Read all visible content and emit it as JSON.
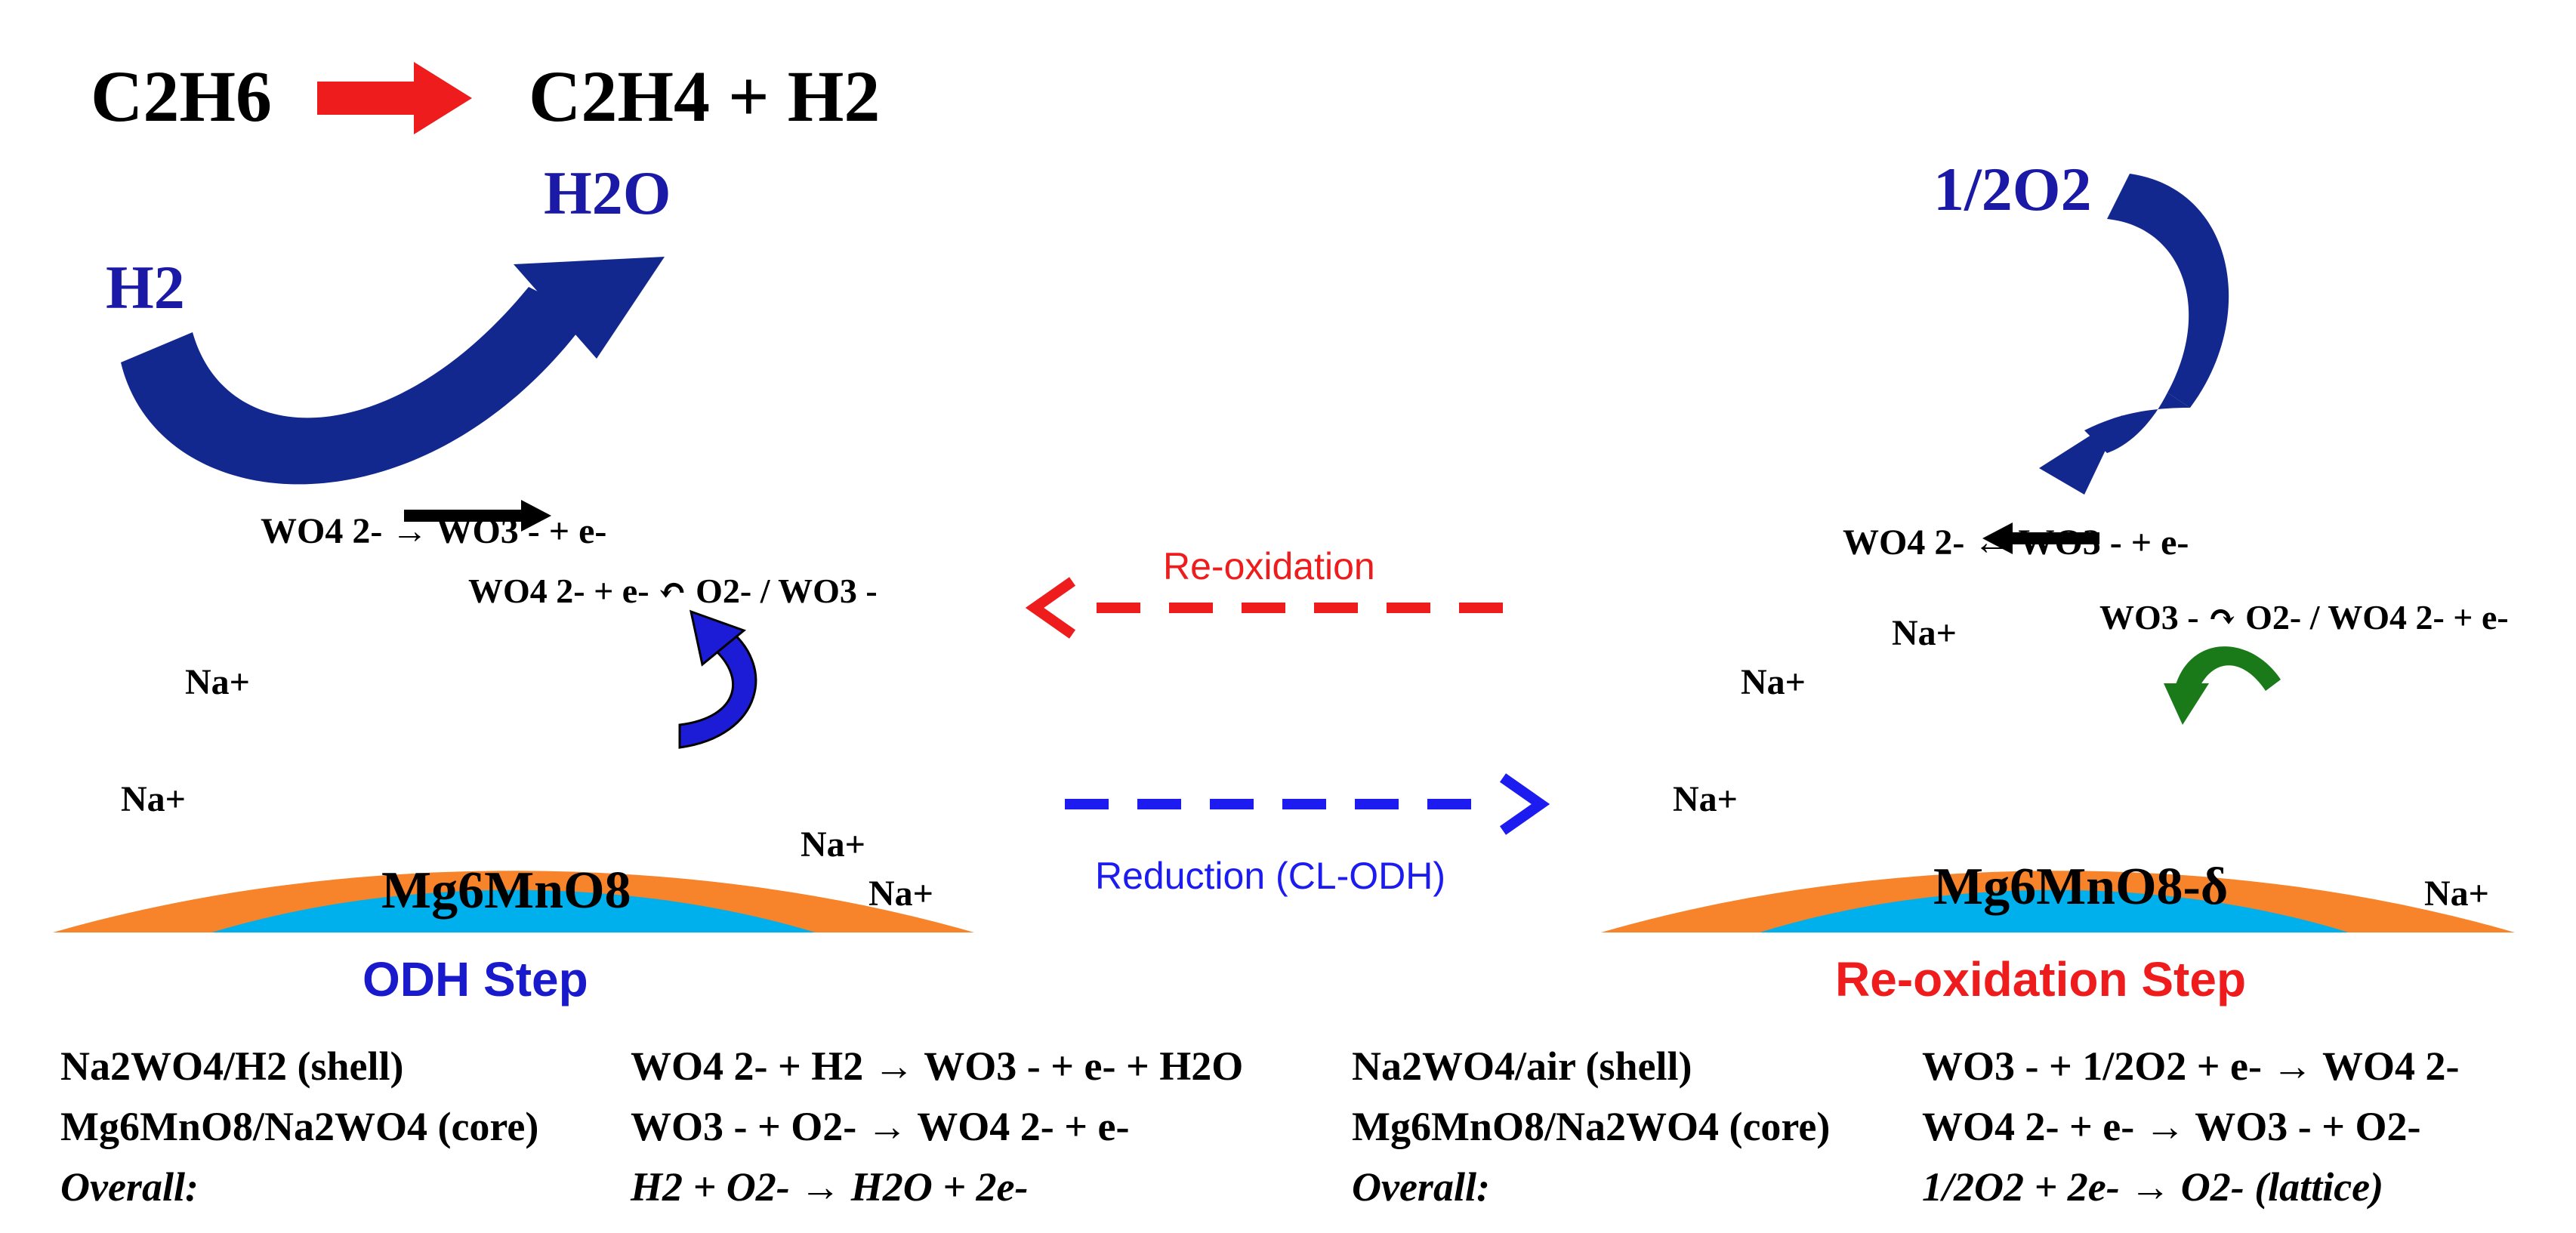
{
  "top_reaction": {
    "reactant": "C2H6",
    "products": "C2H4 + H2",
    "colors": {
      "text": "#000000",
      "h2": "#1a1aa6",
      "arrow": "#ee1c1c"
    }
  },
  "left_particle": {
    "h2_in": "H2",
    "h2o_out": "H2O",
    "shell_reaction_1": "WO4 2- → WO3 - + e-",
    "shell_reaction_2": "WO4 2- + e- ↶ O2- / WO3 -",
    "na_labels": [
      "Na+",
      "Na+",
      "Na+",
      "Na+"
    ],
    "core_label": "Mg6MnO8",
    "step_label": "ODH Step",
    "colors": {
      "shell": "#f7832b",
      "core": "#00b0ec",
      "big_arrow": "#13288f",
      "small_arrow": "#1c1cd6",
      "step_label": "#1a1acd"
    }
  },
  "right_particle": {
    "o2_in": "1/2O2",
    "shell_reaction_1": "WO4 2- ← WO3 - + e-",
    "shell_reaction_2": "WO3 - ↷ O2- / WO4 2- + e-",
    "na_labels": [
      "Na+",
      "Na+",
      "Na+",
      "Na+"
    ],
    "core_label": "Mg6MnO8-δ",
    "step_label": "Re-oxidation Step",
    "colors": {
      "shell": "#f7832b",
      "core": "#00b0ec",
      "big_arrow": "#13288f",
      "small_arrow": "#1a7a1a",
      "step_label": "#ee1c1c"
    }
  },
  "middle": {
    "reoxidation_label": "Re-oxidation",
    "reduction_label": "Reduction (CL-ODH)",
    "colors": {
      "reoxidation": "#ee1c1c",
      "reduction": "#1c1cf0"
    }
  },
  "equations_left": [
    {
      "label": "Na2WO4/H2 (shell)",
      "equation": "WO4 2- + H2 → WO3 - + e- + H2O"
    },
    {
      "label": "Mg6MnO8/Na2WO4 (core)",
      "equation": "WO3 - + O2- → WO4 2- + e-"
    },
    {
      "label": "Overall:",
      "equation": "H2 + O2- → H2O + 2e-"
    }
  ],
  "equations_right": [
    {
      "label": "Na2WO4/air (shell)",
      "equation": "WO3 - + 1/2O2 + e- → WO4 2-"
    },
    {
      "label": "Mg6MnO8/Na2WO4 (core)",
      "equation": "WO4 2- + e- → WO3 - + O2-"
    },
    {
      "label": "Overall:",
      "equation": "1/2O2 + 2e- → O2- (lattice)"
    }
  ]
}
